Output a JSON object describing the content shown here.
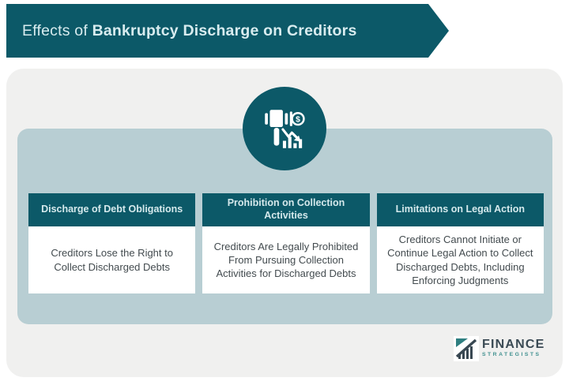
{
  "banner": {
    "title_regular": "Effects of ",
    "title_bold": "Bankruptcy Discharge on Creditors"
  },
  "icon": {
    "name": "gavel-money-decline-icon",
    "coin_symbol": "$"
  },
  "columns": [
    {
      "header": "Discharge of Debt Obligations",
      "body": "Creditors Lose the Right to Collect Discharged Debts"
    },
    {
      "header": "Prohibition on Collection Activities",
      "body": "Creditors Are Legally Prohibited From Pursuing Collection Activities for Discharged Debts"
    },
    {
      "header": "Limitations on Legal Action",
      "body": "Creditors Cannot Initiate or Continue Legal Action to Collect Discharged Debts, Including Enforcing Judgments"
    }
  ],
  "logo": {
    "name": "FINANCE",
    "subname": "STRATEGISTS"
  },
  "colors": {
    "teal_dark": "#0c5968",
    "card_blue_gray": "#b8ced3",
    "panel_gray": "#f0f0ef",
    "banner_text": "#d8ecef",
    "header_text": "#d5e9ec",
    "body_text": "#434b4f",
    "logo_dark": "#3a4a54",
    "logo_teal": "#419190"
  }
}
